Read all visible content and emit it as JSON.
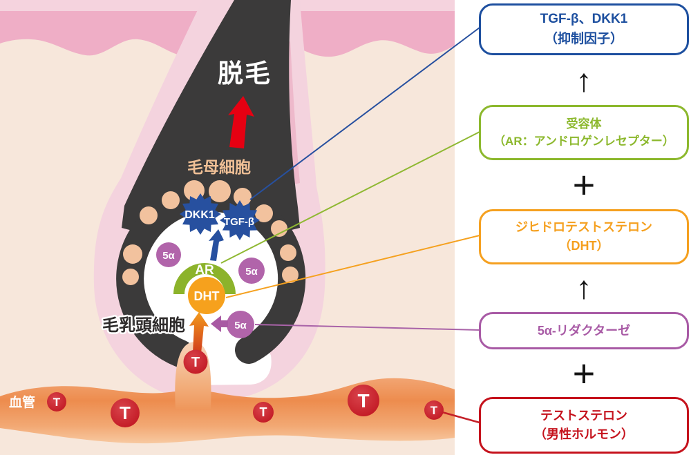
{
  "illustration": {
    "labels": {
      "hair_loss": "脱毛",
      "hair_matrix_cells": "毛母細胞",
      "dermal_papilla_cells": "毛乳頭細胞",
      "blood_vessel": "血管"
    },
    "molecules": {
      "dkk1": "DKK1",
      "tgf_beta": "TGF-β",
      "receptor": "AR",
      "dht": "DHT",
      "five_alpha": "5α",
      "testosterone": "T"
    },
    "colors": {
      "inhibitor_blue": "#27509f",
      "receptor_green": "#8cb32b",
      "dht_orange": "#f6a11d",
      "reductase_purple": "#b164aa",
      "testosterone_red": "#c9202c",
      "follicle_dark": "#3b3a3a",
      "hair_loss_arrow_red": "#e60012",
      "matrix_cell_tan": "#f2c29e",
      "epidermis_pink": "#efaec6",
      "sheath_pink": "#f4d3de",
      "dermis_cream": "#f7e7db",
      "vessel_orange": "#ed8c4e"
    }
  },
  "flowchart": {
    "boxes": [
      {
        "id": "inhibitor",
        "line1": "TGF-β、DKK1",
        "line2": "（抑制因子）",
        "color": "#1d4f9f"
      },
      {
        "id": "receptor",
        "line1": "受容体",
        "line2": "（AR：アンドロゲンレセプター）",
        "color": "#8cb82d"
      },
      {
        "id": "dht",
        "line1": "ジヒドロテストステロン",
        "line2": "（DHT）",
        "color": "#f5a01f"
      },
      {
        "id": "reductase",
        "line1": "5α-リダクターゼ",
        "line2": "",
        "color": "#a85aa5"
      },
      {
        "id": "testosterone",
        "line1": "テストステロン",
        "line2": "（男性ホルモン）",
        "color": "#c5121c"
      }
    ],
    "symbols": [
      "↑",
      "+",
      "↑",
      "+"
    ]
  }
}
